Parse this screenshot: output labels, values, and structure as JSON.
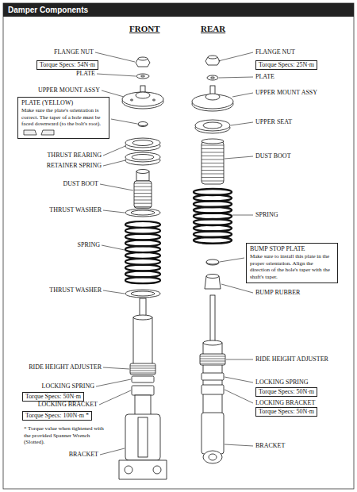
{
  "diagram": {
    "title": "Damper Components",
    "nodes": [
      {
        "text": [
          "Torque Specs: 54N·m"
        ]
      },
      {
        "text": [
          "Torque Specs: 25N·m"
        ]
      },
      {
        "text": [
          "PLATE (YELLOW)",
          "Make sure the plate's orientation is correct. The taper of a hole must be faced downward (to the bolt's root)."
        ]
      },
      {
        "text": [
          "BUMP STOP PLATE",
          "Make sure to install this plate in the proper orientation. Align the direction of the hole's taper with the shaft's taper."
        ]
      },
      {
        "text": [
          "Torque Specs: 50N·m"
        ]
      },
      {
        "text": [
          "Torque Specs: 50N·m"
        ]
      },
      {
        "text": [
          "Torque Specs: 100N·m *"
        ]
      },
      {
        "text": [
          "Torque Specs: 50N·m"
        ]
      }
    ],
    "labels": [
      "FRONT",
      "REAR",
      "FLANGE NUT",
      "PLATE",
      "UPPER MOUNT ASSY",
      "THRUST BEARING",
      "RETAINER SPRING",
      "DUST BOOT",
      "THRUST WASHER",
      "SPRING",
      "THRUST WASHER",
      "RIDE HEIGHT ADJUSTER",
      "LOCKING SPRING",
      "LOCKING BRACKET",
      "* Torque value when tightened with the provided Spanner Wrench (Slotted).",
      "BRACKET",
      "FLANGE NUT",
      "PLATE",
      "UPPER MOUNT ASSY",
      "UPPER SEAT",
      "DUST BOOT",
      "SPRING",
      "BUMP RUBBER",
      "RIDE HEIGHT ADJUSTER",
      "LOCKING SPRING",
      "LOCKING BRACKET",
      "BRACKET"
    ]
  }
}
